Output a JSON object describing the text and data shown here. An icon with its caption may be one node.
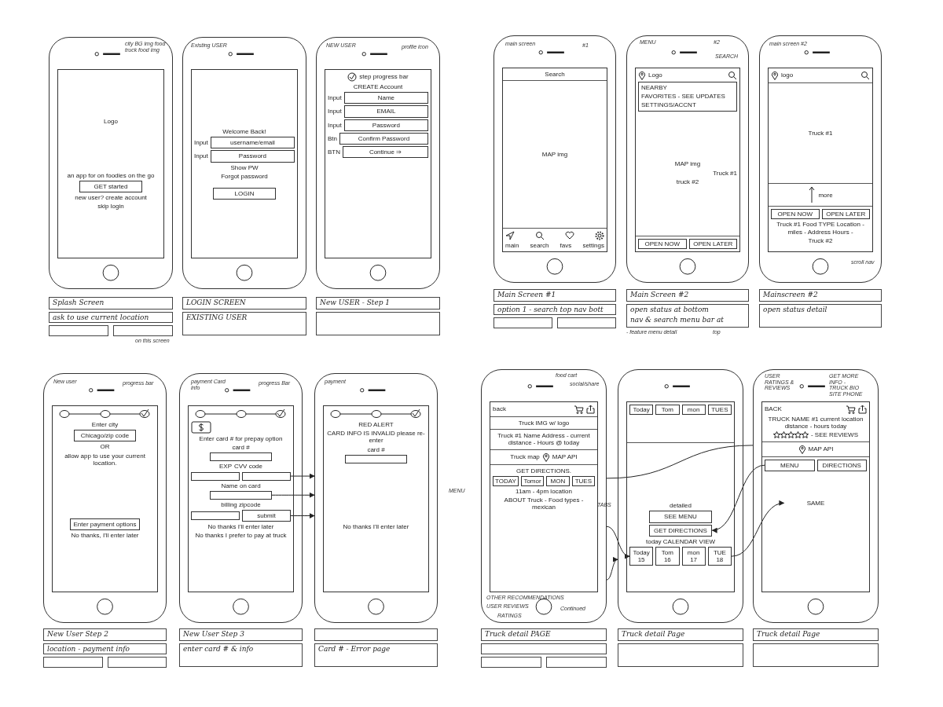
{
  "diagram": {
    "nodes": [
      {
        "text": [
          "Logo",
          "an app for on foodies on the go",
          "new user? create account",
          "skip login"
        ],
        "beside": [
          "city BG img food truck food img"
        ]
      },
      {
        "text": [
          "Welcome Back!",
          "Input",
          "Input",
          "Show PW",
          "Forgot password"
        ],
        "beside": [
          "Existing USER"
        ]
      },
      {
        "text": [
          "step progress bar",
          "CREATE Account",
          "Input",
          "Input",
          "Input",
          "Btn",
          "BTN"
        ],
        "beside": [
          "NEW USER",
          "profile icon"
        ]
      },
      {
        "text": [
          "Search",
          "MAP img",
          "main",
          "search",
          "favs",
          "settings",
          "main screen",
          "#1"
        ]
      },
      {
        "text": [
          "Logo",
          "MAP img",
          "Truck #1",
          "truck #2",
          "OPEN NOW",
          "OPEN LATER"
        ],
        "beside": [
          "MENU",
          "#2",
          "SEARCH"
        ]
      },
      {
        "text": [
          "logo",
          "Truck #1",
          "more",
          "OPEN NOW",
          "OPEN LATER",
          "Truck #1 Food TYPE Location - miles - Address Hours -",
          "Truck #2",
          "main screen #2",
          "scroll nav"
        ]
      },
      {
        "text": [
          "Enter city",
          "OR",
          "allow app to use your current location.",
          "No thanks, I'll enter later"
        ],
        "beside": [
          "New user",
          "progress bar"
        ]
      },
      {
        "text": [
          "Enter card # for prepay option",
          "card #",
          "EXP",
          "CVV code",
          "Name on card",
          "billing zipcode",
          "No thanks I'll enter later",
          "No thanks I prefer to pay at truck"
        ],
        "beside": [
          "payment Card info",
          "progress Bar"
        ]
      },
      {
        "text": [
          "RED ALERT",
          "CARD INFO IS INVALID please re-enter",
          "card #",
          "No thanks I'll enter later"
        ],
        "beside": [
          "payment"
        ]
      },
      {
        "text": [
          "back",
          "Truck IMG w/ logo",
          "Truck #1 Name Address - current distance - Hours @ today",
          "Truck map",
          "MAP API",
          "GET DIRECTIONS.",
          "TODAY",
          "Tomor",
          "MON",
          "TUES",
          "11am - 4pm location",
          "ABOUT Truck - Food types - mexican",
          "food cart",
          "social/share",
          "TABS",
          "OTHER RECOMMENDATIONS",
          "USER REVIEWS",
          "RATINGS",
          "Continued"
        ],
        "beside": [
          "MENU"
        ]
      },
      {
        "text": [
          "Today",
          "Tom",
          "mon",
          "TUES",
          "detailed",
          "today CALENDAR VIEW"
        ]
      },
      {
        "text": [
          "BACK",
          "TRUCK NAME #1 current location distance - hours today",
          "- SEE REVIEWS",
          "MAP API"
        ],
        "beside": [
          "USER RATINGS & REVIEWS",
          "GET MORE INFO - TRUCK BIO SITE PHONE"
        ]
      },
      {
        "text": [
          "Splash Screen",
          "ask to use current location"
        ],
        "beside": [
          "on this screen"
        ]
      },
      {
        "text": [
          "LOGIN SCREEN",
          "EXISTING USER"
        ]
      },
      {
        "text": [
          "New USER - Step 1"
        ]
      },
      {
        "text": [
          "Main Screen #1",
          "option 1 - search top nav bott"
        ]
      },
      {
        "text": [
          "Main Screen #2",
          "open status at bottom",
          "nav & search menu bar at"
        ],
        "beside": [
          "- feature menu detail",
          "top"
        ]
      },
      {
        "text": [
          "Mainscreen #2",
          "open status detail"
        ]
      },
      {
        "text": [
          "New User Step 2",
          "location - payment info"
        ]
      },
      {
        "text": [
          "New User Step 3",
          "enter card # & info"
        ]
      },
      {
        "text": [
          "Card # - Error page"
        ]
      },
      {
        "text": [
          "Truck detail PAGE"
        ]
      },
      {
        "text": [
          "Truck detail Page"
        ]
      },
      {
        "text": [
          "Truck detail Page"
        ]
      },
      {
        "text": [
          "GET started"
        ],
        "in": 0
      },
      {
        "text": [
          "username/email"
        ],
        "in": 1
      },
      {
        "text": [
          "Password"
        ],
        "in": 1
      },
      {
        "text": [
          "LOGIN"
        ],
        "in": 1
      },
      {
        "text": [
          "Name"
        ],
        "in": 2
      },
      {
        "text": [
          "EMAIL"
        ],
        "in": 2
      },
      {
        "text": [
          "Password"
        ],
        "in": 2
      },
      {
        "text": [
          "Confirm Password"
        ],
        "in": 2
      },
      {
        "text": [
          "Continue ⇒"
        ],
        "in": 2
      },
      {
        "text": [
          "NEARBY",
          "FAVORITES - SEE UPDATES",
          "SETTINGS/ACCNT"
        ],
        "in": 4
      },
      {
        "text": [
          "Chicago/zip code"
        ],
        "in": 6
      },
      {
        "text": [
          "Enter payment options"
        ],
        "in": 6
      },
      {
        "text": [],
        "shape": "box",
        "in": 7
      },
      {
        "text": [],
        "shape": "box",
        "in": 7
      },
      {
        "text": [],
        "shape": "box",
        "in": 7
      },
      {
        "text": [],
        "shape": "box",
        "in": 7
      },
      {
        "text": [],
        "shape": "box",
        "in": 7
      },
      {
        "text": [
          "submit"
        ],
        "in": 7
      },
      {
        "text": [],
        "shape": "box",
        "in": 8
      },
      {
        "text": [
          "SEE MENU"
        ],
        "in": 10
      },
      {
        "text": [
          "GET DIRECTIONS"
        ],
        "in": 10
      },
      {
        "text": [
          "Today 15"
        ],
        "in": 10
      },
      {
        "text": [
          "Tom 16"
        ],
        "in": 10
      },
      {
        "text": [
          "mon 17"
        ],
        "in": 10
      },
      {
        "text": [
          "TUE 18"
        ],
        "in": 10
      },
      {
        "text": [
          "MENU"
        ],
        "in": 11
      },
      {
        "text": [
          "DIRECTIONS"
        ],
        "in": 11
      },
      {
        "text": [
          "SAME"
        ],
        "in": 11
      }
    ],
    "edges": [
      {
        "from": 38,
        "to": 8,
        "arrow": "to"
      },
      {
        "from": 39,
        "to": 8,
        "arrow": "to"
      },
      {
        "from": 41,
        "to": 8,
        "arrow": "to"
      },
      {
        "from": 9,
        "to": 45,
        "arrow": "to"
      },
      {
        "from": 9,
        "to": 10,
        "arrow": "to"
      },
      {
        "from": 9,
        "to": 11,
        "arrow": "none"
      },
      {
        "from": 49,
        "to": 44,
        "arrow": "to"
      },
      {
        "from": 48,
        "to": 51,
        "arrow": "to"
      }
    ]
  }
}
